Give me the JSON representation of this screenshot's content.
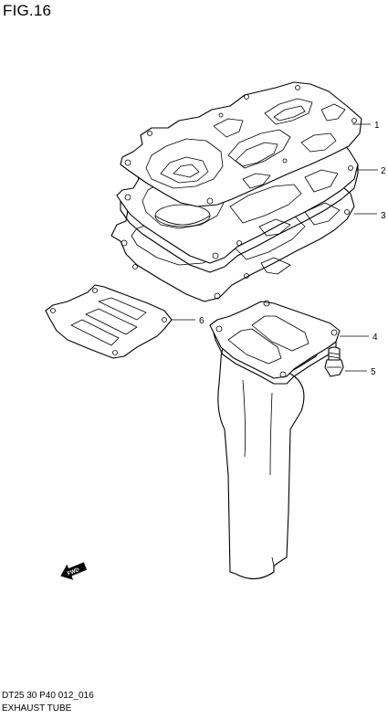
{
  "figure": {
    "title": "FIG.16",
    "code": "DT25 30 P40 012_016",
    "caption": "EXHAUST TUBE"
  },
  "callouts": [
    "1",
    "2",
    "3",
    "4",
    "5",
    "6"
  ],
  "direction_arrow": {
    "icon": "fwd-arrow-icon",
    "label": "FWD"
  }
}
